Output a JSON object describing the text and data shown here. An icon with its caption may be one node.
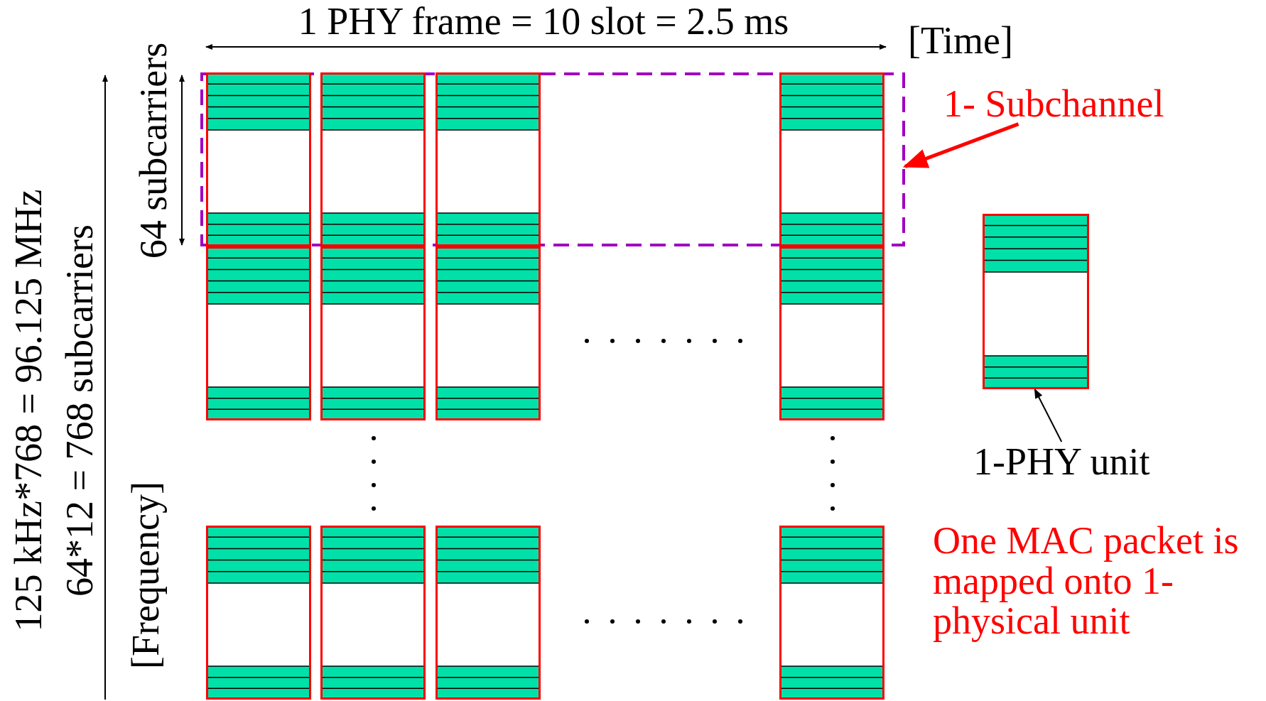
{
  "diagram": {
    "nodes": [
      {
        "text": [],
        "shape": "box"
      },
      {
        "text": [],
        "shape": "box",
        "in": 0
      },
      {
        "text": [],
        "shape": "box",
        "in": 0
      },
      {
        "text": [],
        "shape": "box",
        "in": 0
      },
      {
        "text": [],
        "shape": "box",
        "in": 0
      },
      {
        "text": [
          "1- Subchannel"
        ]
      },
      {
        "text": [],
        "shape": "box"
      },
      {
        "text": [],
        "shape": "box"
      },
      {
        "text": [],
        "shape": "box"
      },
      {
        "text": [],
        "shape": "box"
      },
      {
        "text": [],
        "shape": "box"
      },
      {
        "text": [
          "1-PHY unit"
        ]
      },
      {
        "text": [],
        "shape": "box"
      },
      {
        "text": [],
        "shape": "box"
      },
      {
        "text": [],
        "shape": "box"
      },
      {
        "text": [],
        "shape": "box"
      }
    ],
    "edges": [
      {
        "from": 5,
        "to": 0,
        "arrow": "to",
        "style": "thick",
        "color": "#ff0000"
      },
      {
        "from": 11,
        "to": 10,
        "arrow": "to",
        "color": "#000000"
      }
    ],
    "labels": [
      "1 PHY frame = 10 slot = 2.5 ms",
      "[Time]",
      "64 subcarriers",
      "125 kHz*768 = 96.125 MHz",
      "64*12 = 768 subcarriers",
      "[Frequency]",
      "One MAC packet is mapped onto 1- physical unit"
    ]
  }
}
